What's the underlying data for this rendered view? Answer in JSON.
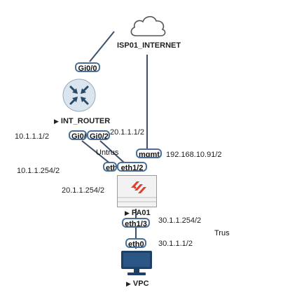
{
  "nodes": {
    "cloud": {
      "label": "ISP01_INTERNET"
    },
    "router": {
      "label": "INT_ROUTER"
    },
    "firewall": {
      "label": "PA01"
    },
    "vpc": {
      "label": "VPC"
    }
  },
  "interfaces": {
    "router_gi00": "Gi0/0",
    "router_gi01": "Gi0/",
    "router_gi02": "Gi0/2",
    "fw_mgmt": "mgmt",
    "fw_eth11": "eth",
    "fw_eth12": "eth1/2",
    "fw_eth13": "eth1/3",
    "vpc_eth0": "eth0"
  },
  "ip_labels": {
    "router_gi01_ip": "10.1.1.1/2",
    "router_gi02_ip": "20.1.1.1/2",
    "fw_mgmt_ip": "192.168.10.91/2",
    "fw_eth11_ip": "10.1.1.254/2",
    "fw_eth12_ip": "20.1.1.254/2",
    "fw_eth13_ip": "30.1.1.254/2",
    "vpc_ip": "30.1.1.1/2"
  },
  "zones": {
    "untrust": "Untrus",
    "trust": "Trus"
  },
  "colors": {
    "link": "#3d4f6b",
    "iface_border": "#4a6f99",
    "router_fill": "#dbe5ef",
    "router_arrows": "#2a4b6a",
    "firewall_logo": "#e0402a",
    "vpc_screen": "#1e3f66"
  }
}
